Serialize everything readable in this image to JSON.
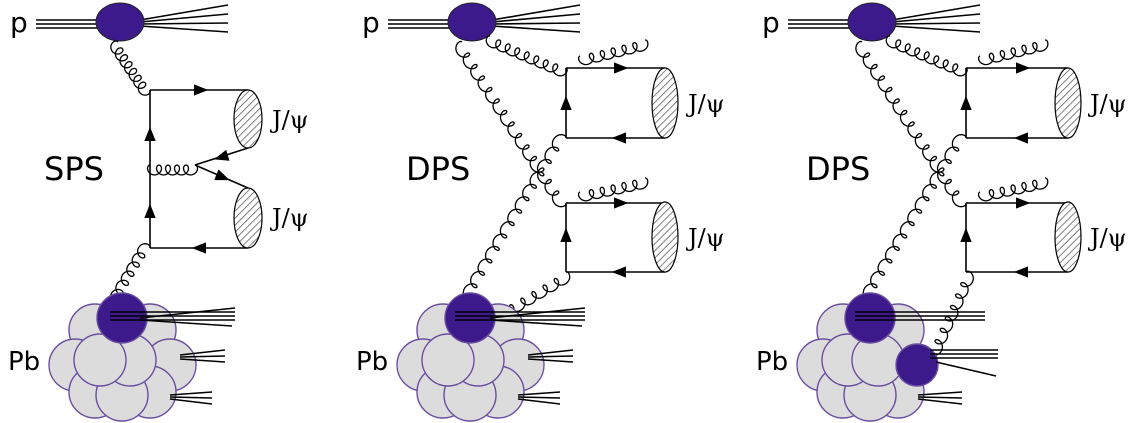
{
  "colors": {
    "parton_fill": "#3d1a8c",
    "nucleon_fill": "#dcdcdc",
    "nucleon_stroke": "#6a4fa0",
    "hatch": "#555555",
    "line": "#000000"
  },
  "panels": [
    {
      "process_label": "SPS",
      "projectile_label": "p",
      "target_label": "Pb",
      "meson_labels": [
        "J/ψ",
        "J/ψ"
      ]
    },
    {
      "process_label": "DPS",
      "projectile_label": "p",
      "target_label": "Pb",
      "meson_labels": [
        "J/ψ",
        "J/ψ"
      ]
    },
    {
      "process_label": "DPS",
      "projectile_label": "p",
      "target_label": "Pb",
      "meson_labels": [
        "J/ψ",
        "J/ψ"
      ]
    }
  ]
}
